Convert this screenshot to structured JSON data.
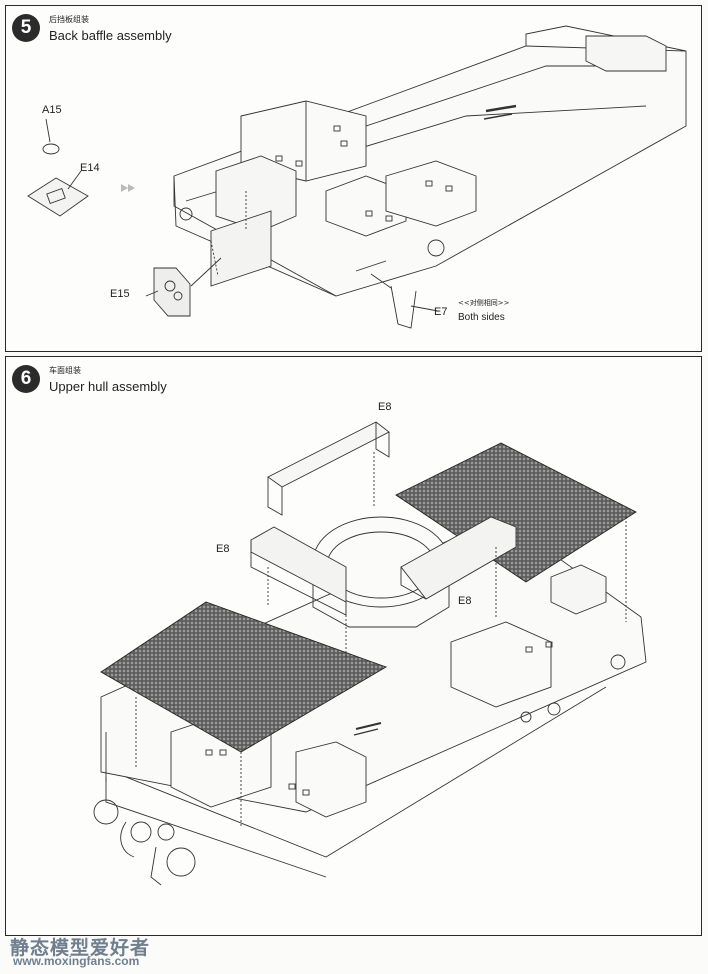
{
  "step5": {
    "number": "5",
    "title_cn": "后挡板组装",
    "title_en": "Back baffle assembly",
    "parts": {
      "a15": "A15",
      "e14": "E14",
      "e15": "E15",
      "e7": "E7"
    },
    "note_cn": "<<对侧相同>>",
    "note_en": "Both sides"
  },
  "step6": {
    "number": "6",
    "title_cn": "车面组装",
    "title_en": "Upper hull assembly",
    "parts": {
      "e8_top": "E8",
      "e8_left": "E8",
      "e8_right": "E8"
    }
  },
  "watermark": {
    "site_cn": "静态模型爱好者",
    "url": "www.moxingfans.com"
  }
}
